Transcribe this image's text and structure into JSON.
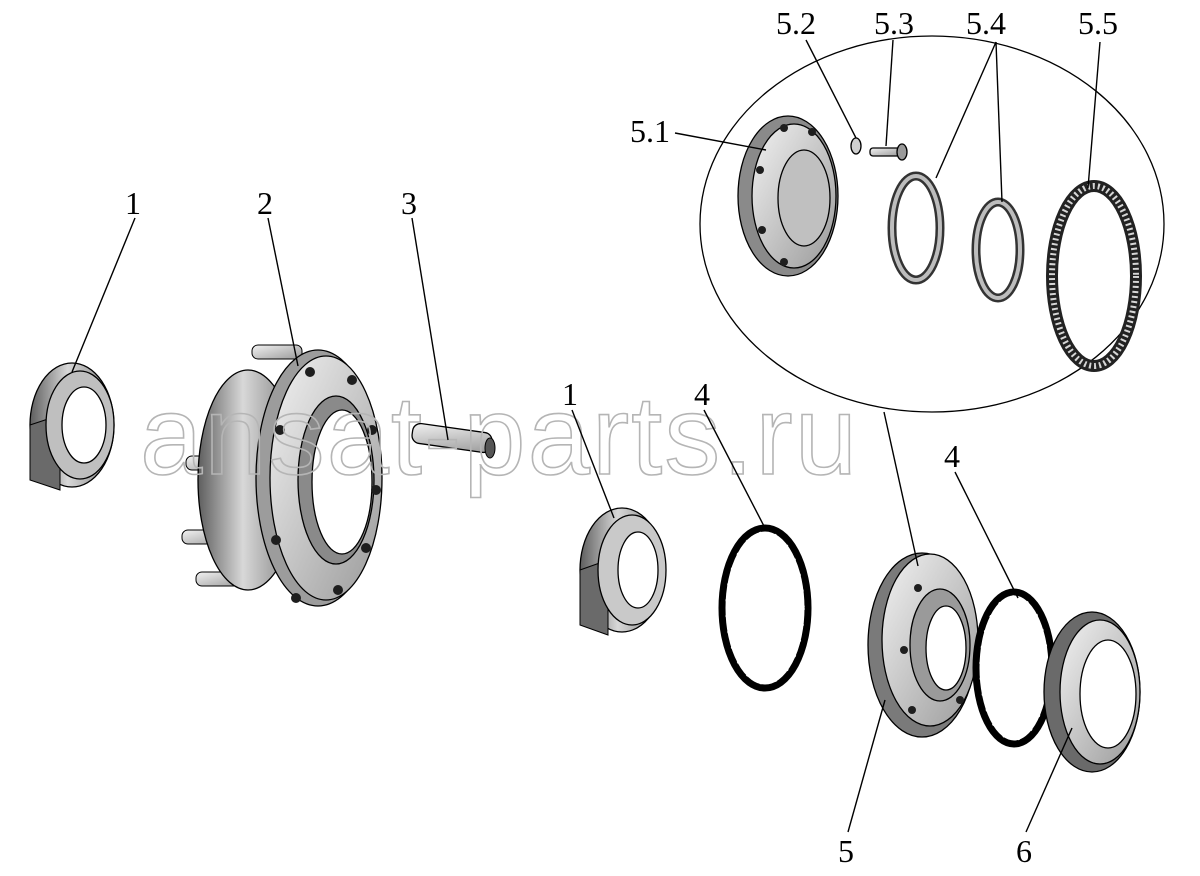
{
  "diagram": {
    "labels": {
      "bearing_left": "1",
      "hub": "2",
      "stud": "3",
      "bearing_right": "1",
      "gasket_left": "4",
      "gasket_right": "4",
      "housing": "5",
      "cover": "6",
      "housing_body": "5.1",
      "washer": "5.2",
      "bolt": "5.3",
      "rings": "5.4",
      "ring_gear": "5.5"
    },
    "watermark": "ansat-parts.ru"
  }
}
